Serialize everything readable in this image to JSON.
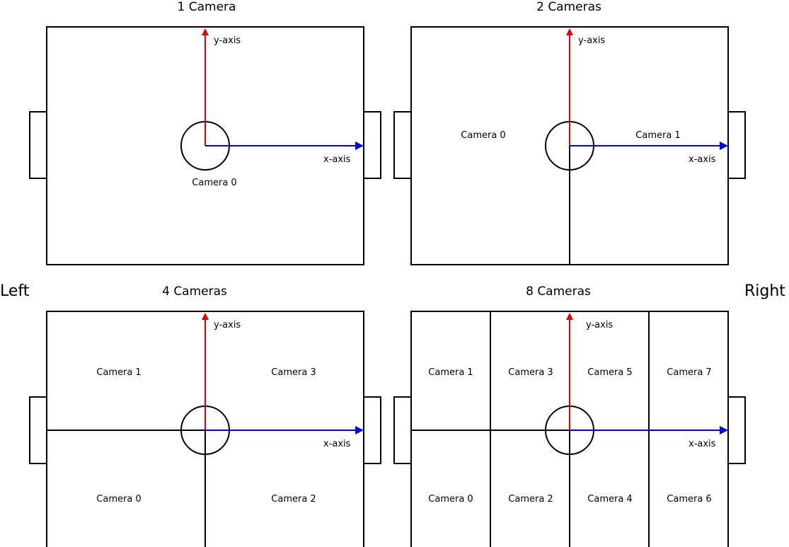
{
  "side_labels": {
    "left": "Left",
    "right": "Right"
  },
  "axis_labels": {
    "x": "x-axis",
    "y": "y-axis"
  },
  "colors": {
    "x_axis": "#0000e6",
    "y_axis": "#e00000",
    "lines": "#000000"
  },
  "panels": [
    {
      "title": "1 Camera",
      "cameras": [
        "Camera 0"
      ]
    },
    {
      "title": "2 Cameras",
      "cameras": [
        "Camera 0",
        "Camera 1"
      ]
    },
    {
      "title": "4 Cameras",
      "cameras": [
        "Camera 1",
        "Camera 3",
        "Camera 0",
        "Camera 2"
      ]
    },
    {
      "title": "8 Cameras",
      "cameras": [
        "Camera 1",
        "Camera 3",
        "Camera 5",
        "Camera 7",
        "Camera 0",
        "Camera 2",
        "Camera 4",
        "Camera 6"
      ]
    }
  ]
}
